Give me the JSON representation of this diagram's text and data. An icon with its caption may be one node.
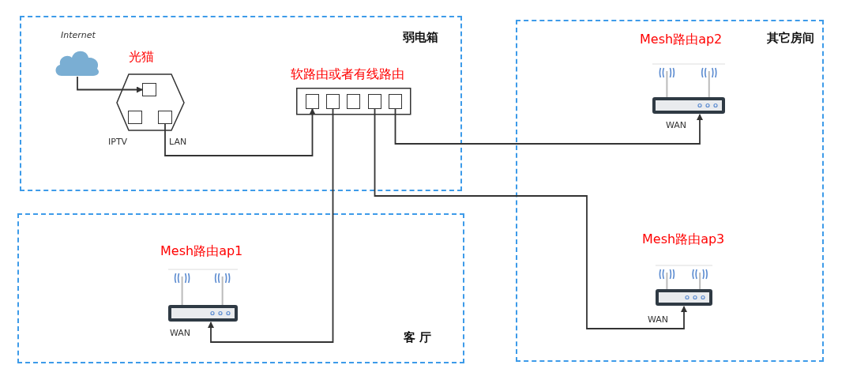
{
  "diagram": {
    "nodes": [
      {
        "text": [
          "弱电箱"
        ]
      },
      {
        "text": [
          "客 厅"
        ]
      },
      {
        "text": [
          "其它房间"
        ]
      },
      {
        "text": [
          "Internet"
        ],
        "in": 0
      },
      {
        "text": [
          "光猫"
        ],
        "in": 0
      },
      {
        "text": [],
        "shape": "box",
        "in": 4
      },
      {
        "text": [],
        "shape": "box",
        "in": 4,
        "beside": [
          "IPTV"
        ]
      },
      {
        "text": [],
        "shape": "box",
        "in": 4,
        "beside": [
          "LAN"
        ]
      },
      {
        "text": [
          "软路由或者有线路由"
        ],
        "in": 0
      },
      {
        "text": [],
        "shape": "box",
        "in": 8
      },
      {
        "text": [],
        "shape": "box",
        "in": 8
      },
      {
        "text": [],
        "shape": "box",
        "in": 8
      },
      {
        "text": [],
        "shape": "box",
        "in": 8
      },
      {
        "text": [],
        "shape": "box",
        "in": 8
      },
      {
        "text": [
          "Mesh路由ap1"
        ],
        "beside": [
          "WAN"
        ],
        "in": 1
      },
      {
        "text": [
          "Mesh路由ap2"
        ],
        "beside": [
          "WAN"
        ],
        "in": 2
      },
      {
        "text": [
          "Mesh路由ap3"
        ],
        "beside": [
          "WAN"
        ],
        "in": 2
      }
    ],
    "edges": [
      {
        "from": 3,
        "to": 5,
        "arrow": "to"
      },
      {
        "from": 7,
        "to": 9,
        "arrow": "to"
      },
      {
        "from": 10,
        "to": 14,
        "arrow": "to"
      },
      {
        "from": 13,
        "to": 15,
        "arrow": "to"
      },
      {
        "from": 12,
        "to": 16,
        "arrow": "to"
      }
    ]
  }
}
